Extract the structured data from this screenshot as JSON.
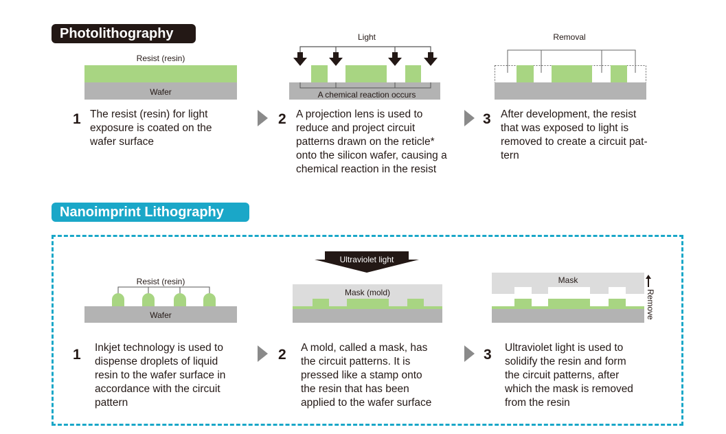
{
  "photolithography": {
    "title": "Photolithography",
    "diagram1": {
      "resist_label": "Resist (resin)",
      "wafer_label": "Wafer"
    },
    "diagram2": {
      "light_label": "Light",
      "reaction_label": "A chemical reaction occurs"
    },
    "diagram3": {
      "removal_label": "Removal"
    },
    "steps": [
      {
        "number": "1",
        "lines": [
          "The resist (resin) for light",
          "exposure is coated on the",
          "wafer surface"
        ]
      },
      {
        "number": "2",
        "lines": [
          "A projection lens is used to",
          "reduce and project circuit",
          "patterns drawn on the reticle*",
          "onto the silicon wafer, causing a",
          "chemical reaction in the resist"
        ]
      },
      {
        "number": "3",
        "lines": [
          "After development, the resist",
          "that was exposed to light is",
          "removed to create a circuit pat-",
          "tern"
        ]
      }
    ]
  },
  "nanoimprint": {
    "title": "Nanoimprint Lithography",
    "diagram1": {
      "resist_label": "Resist (resin)",
      "wafer_label": "Wafer"
    },
    "diagram2": {
      "uv_label": "Ultraviolet light",
      "mask_label": "Mask (mold)"
    },
    "diagram3": {
      "mask_label": "Mask",
      "remove_label": "Remove"
    },
    "steps": [
      {
        "number": "1",
        "lines": [
          "Inkjet technology is used to",
          "dispense droplets of liquid",
          "resin to the wafer surface in",
          "accordance with the circuit",
          "pattern"
        ]
      },
      {
        "number": "2",
        "lines": [
          "A mold, called a mask, has",
          "the circuit patterns. It is",
          "pressed like a stamp onto",
          "the resin that has been",
          "applied to the wafer surface"
        ]
      },
      {
        "number": "3",
        "lines": [
          "Ultraviolet light is used to",
          "solidify the resin and form",
          "the circuit patterns, after",
          "which the mask is removed",
          "from the resin"
        ]
      }
    ]
  },
  "colors": {
    "resist": "#a8d582",
    "wafer": "#b3b3b3",
    "mask": "#dcdcdc",
    "dark": "#231815",
    "accent": "#1aa7c8"
  }
}
